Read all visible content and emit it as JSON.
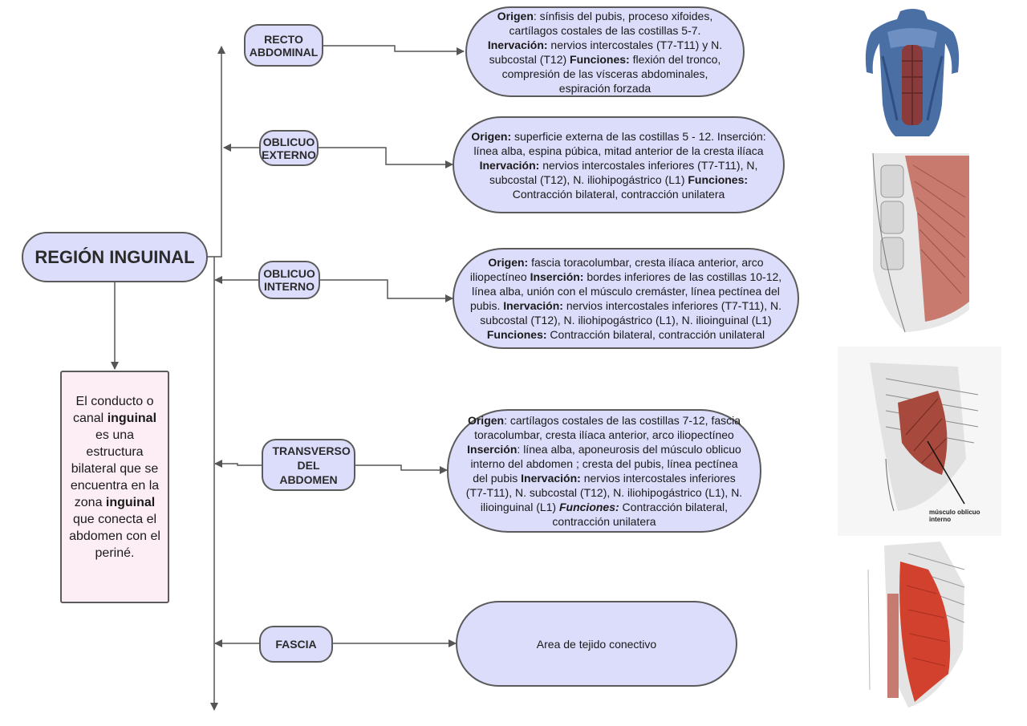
{
  "root": {
    "label": "REGIÓN INGUINAL"
  },
  "definition": {
    "parts": [
      {
        "text": "El conducto o canal ",
        "bold": false
      },
      {
        "text": "inguinal",
        "bold": true
      },
      {
        "text": " es una estructura bilateral que se encuentra en la zona ",
        "bold": false
      },
      {
        "text": "inguinal",
        "bold": true
      },
      {
        "text": " que conecta el abdomen con el periné.",
        "bold": false
      }
    ]
  },
  "muscles": [
    {
      "id": "recto",
      "label": "RECTO ABDOMINAL",
      "description": [
        {
          "text": "Origen",
          "bold": true
        },
        {
          "text": ": sínfisis del pubis, proceso xifoides, cartílagos costales de las costillas 5-7. ",
          "bold": false
        },
        {
          "text": "Inervación:",
          "bold": true
        },
        {
          "text": " nervios intercostales (T7-T11) y N. subcostal (T12) ",
          "bold": false
        },
        {
          "text": "Funciones:",
          "bold": true
        },
        {
          "text": " flexión del tronco, compresión de las vísceras abdominales, espiración forzada",
          "bold": false
        }
      ]
    },
    {
      "id": "oblicuo-externo",
      "label": "OBLICUO EXTERNO",
      "description": [
        {
          "text": "Origen:",
          "bold": true
        },
        {
          "text": " superficie externa de las costillas 5 - 12. Inserción: línea alba, espina púbica, mitad anterior de la cresta ilíaca ",
          "bold": false
        },
        {
          "text": "Inervación:",
          "bold": true
        },
        {
          "text": " nervios intercostales inferiores (T7-T11), N, subcostal (T12), N. iliohipogástrico (L1) ",
          "bold": false
        },
        {
          "text": "Funciones:",
          "bold": true
        },
        {
          "text": " Contracción bilateral, contracción unilatera",
          "bold": false
        }
      ]
    },
    {
      "id": "oblicuo-interno",
      "label": "OBLICUO INTERNO",
      "description": [
        {
          "text": "Origen:",
          "bold": true
        },
        {
          "text": " fascia toracolumbar, cresta ilíaca anterior, arco iliopectíneo ",
          "bold": false
        },
        {
          "text": "Inserción:",
          "bold": true
        },
        {
          "text": " bordes inferiores de las costillas 10-12, línea alba, unión con el músculo cremáster, línea pectínea del pubis. ",
          "bold": false
        },
        {
          "text": "Inervación:",
          "bold": true
        },
        {
          "text": " nervios intercostales inferiores (T7-T11), N. subcostal (T12), N. iliohipogástrico (L1), N. ilioinguinal (L1) ",
          "bold": false
        },
        {
          "text": "Funciones:",
          "bold": true
        },
        {
          "text": " Contracción bilateral, contracción unilateral",
          "bold": false
        }
      ]
    },
    {
      "id": "transverso",
      "label": "TRANSVERSO DEL ABDOMEN",
      "description": [
        {
          "text": "Origen",
          "bold": true
        },
        {
          "text": ": cartílagos costales de las costillas 7-12, fascia toracolumbar, cresta ilíaca anterior, arco iliopectíneo ",
          "bold": false
        },
        {
          "text": "Inserción",
          "bold": true
        },
        {
          "text": ": línea alba, aponeurosis del músculo oblicuo interno del abdomen ; cresta del pubis, línea pectínea del pubis ",
          "bold": false
        },
        {
          "text": "Inervación:",
          "bold": true
        },
        {
          "text": " nervios intercostales inferiores (T7-T11), N. subcostal (T12), N. iliohipogástrico (L1), N. ilioinguinal (L1) ",
          "bold": false
        },
        {
          "text": "Funciones:",
          "bold": true,
          "italic": true
        },
        {
          "text": " Contracción bilateral, contracción unilatera",
          "bold": false
        }
      ]
    },
    {
      "id": "fascia",
      "label": "FASCIA",
      "description": [
        {
          "text": "Area de tejido conectivo",
          "bold": false
        }
      ]
    }
  ],
  "images": [
    {
      "id": "img-recto",
      "icon": "rectus-abdominis-figure"
    },
    {
      "id": "img-oblicuo-externo",
      "icon": "external-oblique-illustration"
    },
    {
      "id": "img-oblicuo-interno",
      "icon": "internal-oblique-illustration",
      "caption": "músculo oblicuo interno"
    },
    {
      "id": "img-transverso",
      "icon": "transversus-abdominis-illustration"
    }
  ],
  "colors": {
    "node_fill": "#dcdcfb",
    "definition_fill": "#fdeef6",
    "line": "#555555",
    "muscle_red": "#b5473a"
  }
}
